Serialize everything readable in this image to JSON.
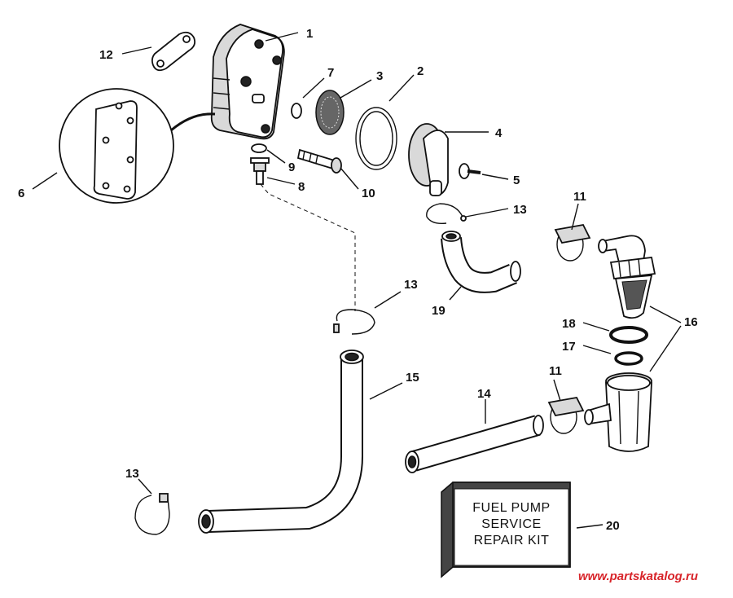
{
  "callouts": {
    "c1": "1",
    "c2": "2",
    "c3": "3",
    "c4": "4",
    "c5": "5",
    "c6": "6",
    "c7": "7",
    "c8": "8",
    "c9": "9",
    "c10": "10",
    "c11a": "11",
    "c11b": "11",
    "c12": "12",
    "c13a": "13",
    "c13b": "13",
    "c13c": "13",
    "c14": "14",
    "c15": "15",
    "c16": "16",
    "c17": "17",
    "c18": "18",
    "c19": "19",
    "c20": "20"
  },
  "kit": {
    "line1": "FUEL PUMP",
    "line2": "SERVICE",
    "line3": "REPAIR KIT"
  },
  "watermark": "www.partskatalog.ru"
}
